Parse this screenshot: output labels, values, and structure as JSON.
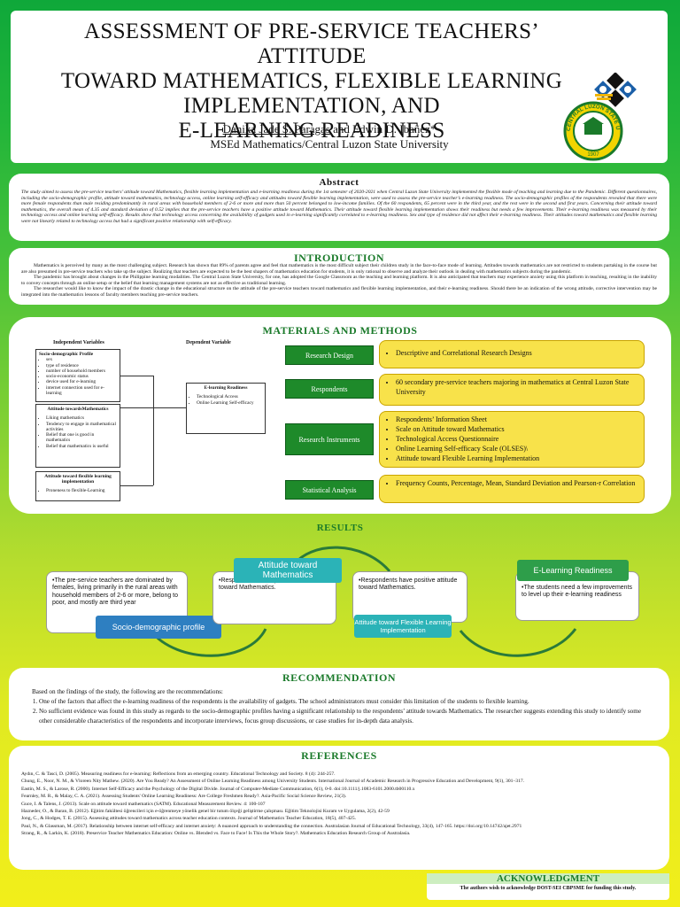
{
  "title": {
    "line1": "ASSESSMENT OF PRE-SERVICE TEACHERS’ ATTITUDE",
    "line2": "TOWARD MATHEMATICS, FLEXIBLE LEARNING",
    "line3": "IMPLEMENTATION, AND",
    "line4": "E-LEARNING READINESS",
    "author1": "Danika Jade S. Paragas",
    "author_rest": " and Edwin D. Ibañez*",
    "affiliation": "MSEd Mathematics/Central Luzon State University",
    "seal_text": "CENTRAL LUZON STATE UNIVERSITY",
    "seal_year": "1907"
  },
  "abstract": {
    "heading": "Abstract",
    "text": "The study aimed to assess the pre-service teachers’ attitude toward Mathematics, flexible learning implementation and e-learning readiness during the 1st semester of 2020-2021 when Central Luzon State University implemented the flexible mode of teaching and learning due to the Pandemic. Different questionnaires, including the socio-demographic profile, attitude toward mathematics, technology access, online learning self-efficacy and attitudes toward flexible learning implementation, were used to assess the pre-service teacher’s e-learning readiness. The socio-demographic profiles of the respondents revealed that there were more female respondents than male residing predominantly in rural areas with household members of 2-6 or more and more than 50 percent belonged to low-income families. Of the 60 respondents, 65 percent were in the third year, and the rest were in the second and first years. Concerning their attitude toward mathematics, the overall mean of 4.35 and standard deviation of 0.52 implies that the pre-service teachers have a positive attitude toward Mathematics. Their attitude toward flexible learning implementation shows their readiness but needs a few improvements. Their e-learning readiness was measured by their technology access and online learning self-efficacy. Results show that technology access concerning the availability of gadgets used in e-learning significantly correlated to e-learning readiness. Sex and type of residence did not affect their e-learning readiness. Their attitudes toward mathematics and flexible learning were not linearly related to technology access but had a significant positive relationship with self-efficacy."
  },
  "introduction": {
    "heading": "INTRODUCTION",
    "p1": "Mathematics is perceived by many as the most challenging subject. Research has shown that 89% of parents agree and feel that mathematics is the most difficult subject their children study in the face-to-face mode of learning. Attitudes towards mathematics are not restricted to students partaking in the course but are also presumed in pre-service teachers who take up the subject. Realizing that teachers are expected to be the best shapers of mathematics education for students, it is only rational to observe and analyze their outlook in dealing with mathematics subjects during the pandemic.",
    "p2": "The pandemic has brought about changes in the Philippine learning modalities. The Central Luzon State University, for one, has adopted the Google Classroom as the teaching and learning platform. It is also anticipated that teachers may experience anxiety using this platform in teaching, resulting in the inability to convey concepts through an online setup or the belief that learning management systems are not as effective as traditional learning.",
    "p3": "The researcher would like to know the impact of the drastic change in the educational structure on the attitude of the pre-service teachers toward mathematics and flexible learning implementation, and their e-learning readiness. Should there be an indication of the wrong attitude, corrective intervention may be integrated into the mathematics lessons of faculty members teaching pre-service teachers."
  },
  "methods": {
    "heading": "MATERIALS AND METHODS",
    "indep_head": "Independent Variables",
    "dep_head": "Dependent Variable",
    "socio": {
      "title": "Socio-demographic Profile",
      "items": [
        "sex",
        "type of residence",
        "number of household members",
        "socio-economic status",
        "device used for e-learning",
        "internet connection used for e-learning"
      ]
    },
    "attitude": {
      "title": "Attitude towardsMathematics",
      "items": [
        "Liking mathematics",
        "Tendency to engage in mathematical activities",
        "Belief that one is good in mathematics",
        "Belief that mathematics is useful"
      ]
    },
    "flex": {
      "title": "Attitude toward flexible learning implementation",
      "items": [
        "Proneness to flexible-Learning"
      ]
    },
    "elearn": {
      "title": "E-learning Readiness",
      "items": [
        "Technological Access",
        "Online Learning Self-efficacy"
      ]
    },
    "rows": [
      {
        "label": "Research Design",
        "items": [
          "Descriptive and Correlational Research Designs"
        ]
      },
      {
        "label": "Respondents",
        "items": [
          "60 secondary pre-service teachers majoring in mathematics at Central Luzon State University"
        ]
      },
      {
        "label": "Research Instruments",
        "items": [
          "Respondents’ Information Sheet",
          "Scale on Attitude toward Mathematics",
          "Technological Access Questionnaire",
          "Online Learning Self-efficacy Scale (OLSES)\\",
          "Attitude toward Flexible Learning Implementation"
        ]
      },
      {
        "label": "Statistical Analysis",
        "items": [
          "Frequency Counts, Percentage, Mean, Standard Deviation and Pearson-r Correlation"
        ]
      }
    ]
  },
  "results": {
    "heading": "RESULTS",
    "cards": [
      {
        "tag": "Socio-demographic profile",
        "text": "•The pre-service teachers are dominated by females, living primarily in the rural areas with household members of 2-6 or more, belong to poor, and mostly are third year"
      },
      {
        "tag": "Attitude toward Mathematics",
        "text": "•Respondents have positive attitude toward Mathematics."
      },
      {
        "tag": "Attitude toward Flexible Learning Implementation",
        "text": "•Respondents have positive attitude toward Mathematics."
      },
      {
        "tag": "E-Learning Readiness",
        "text": "•The students need a few improvements to level up their e-learning readiness"
      }
    ],
    "colors": {
      "blue": "#2e7fc1",
      "teal": "#2bb3b7",
      "green": "#2e9e4a"
    }
  },
  "recommendation": {
    "heading": "RECOMMENDATION",
    "intro": "Based on the findings of the study, the following are the recommendations:",
    "items": [
      "One of the factors that affect the e-learning readiness of the respondents is the availability of gadgets. The school administrators must consider this limitation of the students to flexible learning.",
      "No sufficient evidence was found in this study as regards to the socio-demographic profiles having a significant relationship to the respondents’ attitude towards Mathematics. The researcher suggests extending this study to identify some other considerable characteristics of the respondents and incorporate interviews, focus group discussions, or case studies for in-depth data analysis."
    ]
  },
  "references": {
    "heading": "REFERENCES",
    "items": [
      "Aydın, C. & Tasci, D. (2005). Measuring readiness for e-learning: Reflections from an emerging country. Educational Technology and Society. 8 (4): 244-257.",
      "Chung, E., Noor, N. M., & Vloreen Nity Mathew. (2020). Are You Ready? An Assessment of Online Learning Readiness among University Students. International Journal of Academic Research in Progressive Education and Development, 9(1), 301–317.",
      "Eastin, M. S., & Larose, R. (2000). Internet Self-Efficacy and the Psychology of the Digital Divide. Journal of Computer-Mediate Communication, 6(1), 0-0. doi:10.1111/j.1083-6101.2000.tb00110.x",
      "Fearnley, M. R., & Malay, C. A. (2021). Assessing Students' Online Learning Readiness: Are College Freshmen Ready?. Asia-Pacific Social Science Review, 21(3).",
      "Guce, I. & Talens, J. (2013). Scale on attitude toward mathematics (SATM). Educational Measurement Review. 4: 100-107",
      "Hazneder, O., & Baran, B. (2012). Eğitim fakültesi öğrencileri için e-öğrenmeye yönelik genel bir tutum ölçeği geliştirme çalışması. Eğitim Teknolojisi Kuram ve Uygulama, 2(2), 42-59",
      "Jong, C., & Hodges, T. E. (2015). Assessing attitudes toward mathematics across teacher education contexts. Journal of Mathematics Teacher Education, 18(5), 407-425.",
      "Paul, N., & Glassman, M. (2017). Relationship between internet self-efficacy and internet anxiety: A nuanced approach to understanding the connection. Australasian Journal of Educational Technology, 33(4), 147-165. https://doi.org/10.14742/ajet.2971",
      "Strang, R., & Larkin, K. (2018). Preservice Teacher Mathematics Education: Online vs. Blended vs. Face to Face! Is This the Whole Story?. Mathematics Education Research Group of Australasia."
    ]
  },
  "acknowledgment": {
    "heading": "ACKNOWLEDGMENT",
    "text": "The authors wish to acknowledge DOST-SEI CBPSME for funding this study."
  }
}
